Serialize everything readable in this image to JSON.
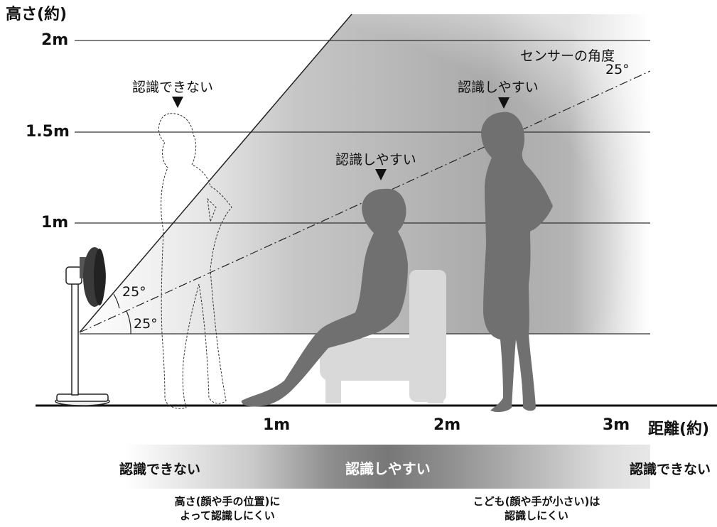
{
  "axis": {
    "y_title": "高さ(約)",
    "x_title": "距離(約)",
    "y_ticks": [
      "2m",
      "1.5m",
      "1m"
    ],
    "x_ticks": [
      "1m",
      "2m",
      "3m"
    ]
  },
  "sensor": {
    "title": "センサーの角度",
    "angle": "25°",
    "upper_angle": "25°",
    "lower_angle": "25°"
  },
  "markers": {
    "cannot_detect": "認識できない",
    "easy_detect_seated": "認識しやすい",
    "easy_detect_standing": "認識しやすい"
  },
  "band": {
    "left": "認識できない",
    "center": "認識しやすい",
    "right": "認識できない"
  },
  "notes": {
    "left_line1": "高さ(顔や手の位置)に",
    "left_line2": "よって認識しにくい",
    "right_line1": "こども(顔や手が小さい)は",
    "right_line2": "認識しにくい"
  },
  "colors": {
    "silhouette": "#707070",
    "chair": "#d9d9d9",
    "cone_gray": "#b0b0b0",
    "line": "#222222"
  }
}
